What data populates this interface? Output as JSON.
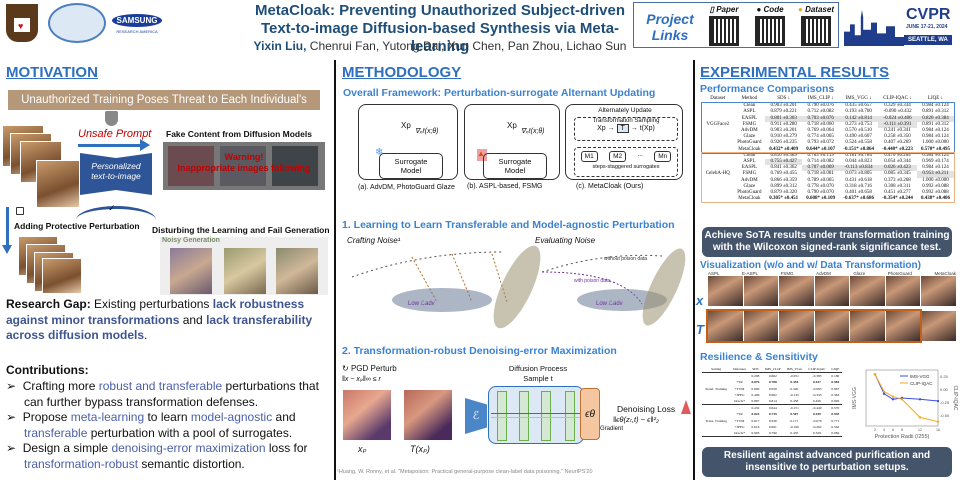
{
  "header": {
    "title_line1": "MetaCloak: Preventing Unauthorized Subject-driven",
    "title_line2": "Text-to-image Diffusion-based Synthesis via Meta-learning",
    "first_author": "Yixin Liu,",
    "other_authors": " Chenrui Fan, Yutong Dai, Xun Chen, Pan Zhou, Lichao Sun",
    "logos": [
      "lehigh-university-logo",
      "huazhong-university-logo",
      "samsung-research-america-logo"
    ],
    "samsung_text": "SAMSUNG",
    "samsung_sub": "RESEARCH AMERICA",
    "project_links": {
      "label_line1": "Project",
      "label_line2": "Links",
      "items": [
        {
          "icon": "paper-icon",
          "label": "Paper"
        },
        {
          "icon": "github-icon",
          "label": "Code"
        },
        {
          "icon": "dataset-icon",
          "label": "Dataset"
        }
      ]
    },
    "conference": {
      "name": "CVPR",
      "dates": "JUNE 17-21, 2024",
      "location": "SEATTLE, WA"
    }
  },
  "motivation": {
    "heading": "MOTIVATION",
    "threat_banner": "Unauthorized Training Poses Threat to Each Individual's Portrait",
    "unsafe_prompt": "Unsafe Prompt",
    "personalized_line1": "Personalized",
    "personalized_line2": "text-to-image",
    "fake_content_title": "Fake Content from Diffusion Models",
    "warning_line1": "Warning!",
    "warning_line2": "Inappropriate images following",
    "adding_perturbation": "Adding Protective Perturbation",
    "disturbing_title": "Disturbing the Learning and Fail Generation",
    "noisy_generation": "Noisy Generation",
    "research_gap_label": "Research Gap:",
    "research_gap_1": " Existing perturbations ",
    "research_gap_hl1": "lack robustness against minor transformations",
    "research_gap_2": " and ",
    "research_gap_hl2": "lack transferability across diffusion models",
    "research_gap_3": ".",
    "contributions_label": "Contributions",
    "contributions": [
      {
        "a": "Crafting more ",
        "hl1": "robust and transferable",
        "b": " perturbations that can further bypass transformation defenses.",
        "hl2": "",
        "c": ""
      },
      {
        "a": "Propose ",
        "hl1": "meta-learning",
        "b": " to learn ",
        "hl2": "model-agnostic",
        "c": " and ",
        "hl3": "transferable",
        "d": " perturbation with a pool of surrogates."
      },
      {
        "a": "Design a simple ",
        "hl1": "denoising-error maximization",
        "b": " loss for ",
        "hl2": "transformation-robust",
        "c": " semantic distortion."
      }
    ]
  },
  "methodology": {
    "heading": "METHODOLOGY",
    "framework_title": "Overall Framework: Perturbation-surrogate Alternant Updating",
    "panels": [
      {
        "xp": "Xp",
        "grad": "∇ₓℓ(x;θ)",
        "model_line1": "Surrogate",
        "model_line2": "Model",
        "caption": "(a). AdvDM, PhotoGuard Glaze",
        "badge": "frozen-icon"
      },
      {
        "xp": "Xp",
        "grad": "∇ₓℓ(x;θ)",
        "model_line1": "Surrogate",
        "model_line2": "Model",
        "caption": "(b). ASPL-based, FSMG",
        "badge": "fire-icon"
      },
      {
        "title": "Alternately Update",
        "sampling": "Transformation Sampling",
        "xp": "Xp",
        "t": "T",
        "txp": "t(Xp)",
        "models": [
          "M1",
          "M2",
          "...",
          "Mn"
        ],
        "surrogates": "steps-staggered surrogates",
        "caption": "(c). MetaCloak (Ours)"
      }
    ],
    "sub1_title": "1. Learning to Learn Transferable and Model-agnostic Perturbation",
    "crafting_noise": "Crafting Noise¹",
    "evaluating_noise": "Evaluating Noise",
    "without_poison": "without poison data",
    "with_poison": "with poison data",
    "low_adv": "Low ℒadv",
    "low_train": "Low ℒtrain",
    "sub2_title": "2. Transformation-robust Denoising-error Maximization",
    "pgd": "PGD Perturb",
    "constraint": "‖x − xₚ‖∞ ≤ r",
    "xp_label": "xₚ",
    "txp_label": "T(xₚ)",
    "encoder": "ℰ",
    "diffusion_title": "Diffusion Process",
    "sample_t": "Sample t",
    "z": "z",
    "zt": "zₜ",
    "eps": "ϵθ",
    "loss_title": "Denoising Loss",
    "loss_formula": "‖ϵθ(zₜ,t) − ϵ‖²₂",
    "gradient": "Gradient",
    "footnote": "¹Huang, W. Ronny, et al. \"Metapoison: Practical general-purpose clean-label data poisoning.\" NeurIPS'20"
  },
  "results": {
    "heading": "EXPERIMENTAL RESULTS",
    "perf_title": "Performance Comparisons",
    "columns": [
      "Dataset",
      "Method",
      "SDS ↓",
      "IMS_CLIP ↓",
      "IMS_VGG ↓",
      "CLIP-IQAC ↓",
      "LIQE ↓"
    ],
    "groups": [
      {
        "dataset": "VGGFace2",
        "rows": [
          [
            "Clean",
            "0.903 ±0.201",
            "0.790 ±0.076",
            "0.435 ±0.657",
            "0.329 ±0.334",
            "0.984 ±0.124"
          ],
          [
            "ASPL",
            "0.879 ±0.221",
            "0.712 ±0.082",
            "0.193 ±0.700",
            "-0.090 ±0.432",
            "0.891 ±0.312"
          ],
          [
            "EASPL",
            "0.801 ±0.303",
            "0.703 ±0.076",
            "0.142 ±0.814",
            "-0.024 ±0.406",
            "0.820 ±0.384"
          ],
          [
            "FSMG",
            "0.911 ±0.280",
            "0.718 ±0.060",
            "0.273 ±0.753",
            "-0.111 ±0.391",
            "0.891 ±0.312"
          ],
          [
            "AdvDM",
            "0.903 ±0.201",
            "0.769 ±0.064",
            "0.570 ±0.510",
            "0.241 ±0.341",
            "0.984 ±0.124"
          ],
          [
            "Glaze",
            "0.910 ±0.279",
            "0.774 ±0.065",
            "0.490 ±0.607",
            "0.258 ±0.350",
            "0.984 ±0.124"
          ],
          [
            "PhotoGuard",
            "0.926 ±0.235",
            "0.793 ±0.072",
            "0.524 ±0.558",
            "0.407 ±0.269",
            "1.000 ±0.000"
          ],
          [
            "MetaCloak",
            "0.432* ±0.409",
            "0.644* ±0.107",
            "-0.151* ±0.864",
            "-0.440* ±0.223",
            "0.570* ±0.495"
          ]
        ]
      },
      {
        "dataset": "CelebA-HQ",
        "rows": [
          [
            "Clean",
            "0.810 ±0.389",
            "0.763 ±0.119",
            "0.181 ±0.784",
            "0.470 ±0.264",
            "0.984 ±0.124"
          ],
          [
            "ASPL",
            "0.755 ±0.427",
            "0.714 ±0.082",
            "0.044 ±0.823",
            "0.054 ±0.344",
            "0.969 ±0.174"
          ],
          [
            "EASPL",
            "0.841 ±0.362",
            "0.707 ±0.069",
            "-0.113 ±0.834",
            "0.026 ±0.423",
            "0.984 ±0.124"
          ],
          [
            "FSMG",
            "0.769 ±0.455",
            "0.718 ±0.081",
            "0.073 ±0.805",
            "0.085 ±0.345",
            "0.953 ±0.211"
          ],
          [
            "AdvDM",
            "0.866 ±0.359",
            "0.789 ±0.065",
            "0.431 ±0.618",
            "0.373 ±0.268",
            "1.000 ±0.000"
          ],
          [
            "Glaze",
            "0.899 ±0.312",
            "0.778 ±0.070",
            "0.318 ±0.716",
            "0.308 ±0.311",
            "0.992 ±0.088"
          ],
          [
            "PhotoGuard",
            "0.879 ±0.320",
            "0.790 ±0.070",
            "0.401 ±0.658",
            "0.451 ±0.277",
            "0.992 ±0.088"
          ],
          [
            "MetaCloak",
            "0.305* ±0.451",
            "0.608* ±0.109",
            "-0.637* ±0.686",
            "-0.354* ±0.244",
            "0.438* ±0.406"
          ]
        ]
      }
    ],
    "sota_banner": "Achieve SoTA results under transformation training with the Wilcoxon signed-rank significance test.",
    "viz_title": "Visualization (w/o and w/ Data Transformation)",
    "viz_methods": [
      "ASPL",
      "E-ASPL",
      "FSMG",
      "AdvDM",
      "Glaze",
      "PhotoGuard",
      "MetaCloak"
    ],
    "viz_row_x": "x",
    "viz_row_t": "T",
    "resilience_title": "Resilience & Sensitivity",
    "res_columns": [
      "Setting",
      "Defenses",
      "SDS",
      "IMS_CLIP",
      "IMS_VGG",
      "CLIP-IQAC",
      "LIQE"
    ],
    "res_groups": [
      {
        "setting": "Stand. Training",
        "rows": [
          [
            "-",
            "0.298",
            "0.662",
            "-0.051",
            "-0.383",
            "0.180"
          ],
          [
            "+SR",
            "0.876",
            "0.788",
            "0.354",
            "0.437",
            "0.984"
          ],
          [
            "+TVM",
            "0.690",
            "0.658",
            "0.320",
            "-0.083",
            "0.867"
          ],
          [
            "+JPEG",
            "0.496",
            "0.682",
            "-0.135",
            "-0.343",
            "0.363"
          ],
          [
            "Oracle*",
            "0.897",
            "0.814",
            "0.458",
            "0.456",
            "0.992"
          ]
        ]
      },
      {
        "setting": "Trans. Training",
        "rows": [
          [
            "-",
            "0.432",
            "0.644",
            "-0.151",
            "-0.440",
            "0.570"
          ],
          [
            "+SR",
            "0.824",
            "0.739",
            "0.507",
            "0.439",
            "0.945"
          ],
          [
            "+TVM",
            "0.617",
            "0.636",
            "0.171",
            "-0.076",
            "0.771"
          ],
          [
            "+JPEG",
            "0.616",
            "0.691",
            "-0.160",
            "-0.262",
            "0.562"
          ],
          [
            "Oracle*",
            "0.903",
            "0.790",
            "0.435",
            "0.329",
            "0.984"
          ]
        ]
      }
    ],
    "resilience_banner": "Resilient against advanced purification and insensitive to perturbation setups."
  },
  "chart_data": {
    "type": "line",
    "title": "",
    "xlabel": "Protection Radii (/255)",
    "ylabel": "IMS-VGG",
    "y2label": "CLIP-IQAC",
    "x": [
      2,
      4,
      6,
      8,
      12,
      16
    ],
    "series": [
      {
        "name": "IMS-VGG",
        "color": "#3b4fe0",
        "values": [
          0.6,
          0.15,
          0.02,
          0.05,
          0.02,
          -0.02
        ]
      },
      {
        "name": "CLIP-IQAC",
        "color": "#f5a623",
        "values": [
          0.6,
          0.2,
          0.08,
          0.02,
          -0.4,
          -0.5
        ]
      }
    ],
    "y2_ticks": [
      "0.25",
      "0.00",
      "-0.25",
      "-0.50"
    ],
    "legend": "top-right"
  },
  "colors": {
    "accent_blue": "#2f6fc0",
    "dark_blue": "#1f4e79",
    "banner": "#44546a",
    "brown": "#b5977a",
    "orange": "#d07020"
  }
}
